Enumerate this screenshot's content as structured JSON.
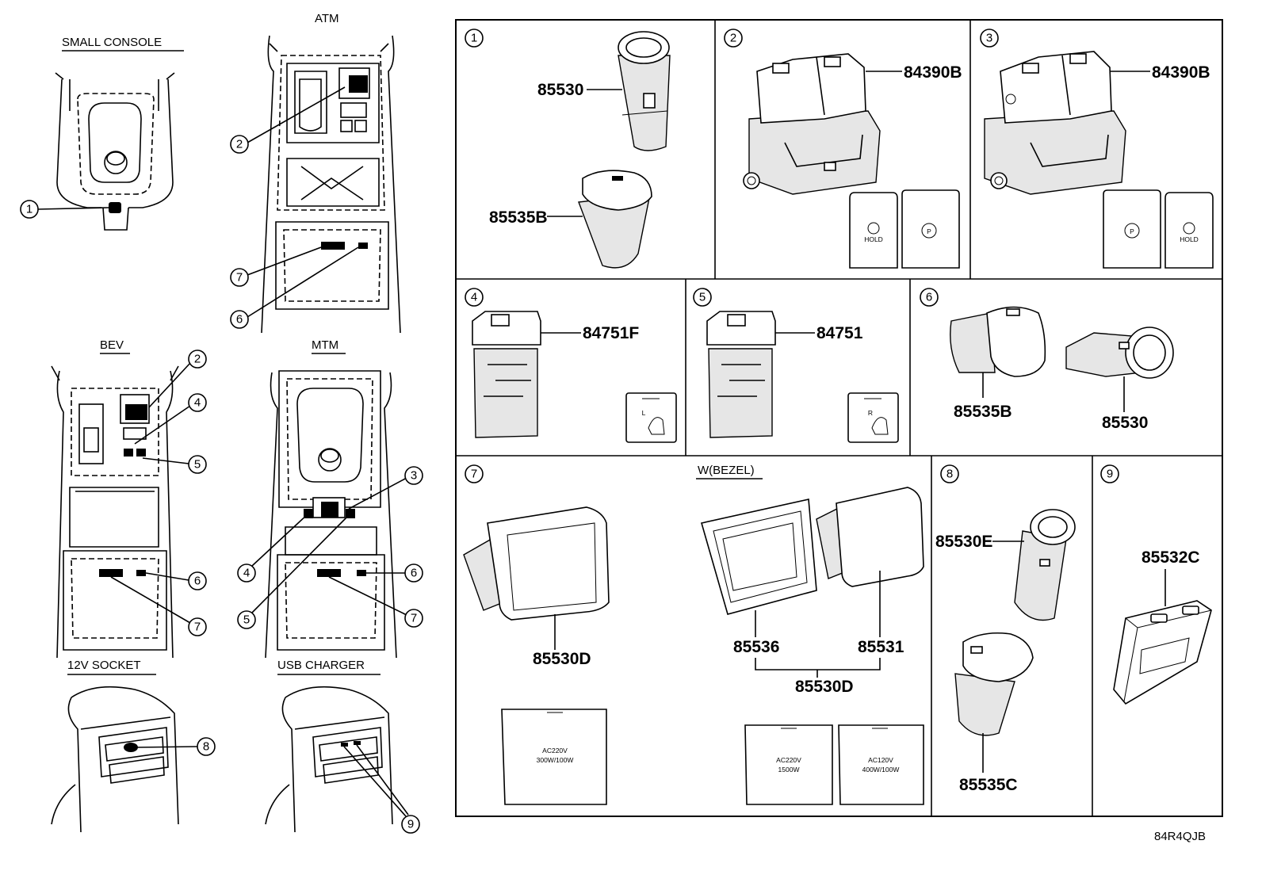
{
  "views": {
    "small_console": "SMALL CONSOLE",
    "atm": "ATM",
    "bev": "BEV",
    "mtm": "MTM",
    "socket_12v": "12V SOCKET",
    "usb_charger": "USB CHARGER"
  },
  "callouts": {
    "c1": "1",
    "c2": "2",
    "c3": "3",
    "c4": "4",
    "c5": "5",
    "c6": "6",
    "c7": "7",
    "c8": "8",
    "c9": "9"
  },
  "cells": {
    "cell1": {
      "num": "1",
      "parts": [
        "85530",
        "85535B"
      ]
    },
    "cell2": {
      "num": "2",
      "parts": [
        "84390B"
      ],
      "label_hold": "HOLD",
      "label_p": "P"
    },
    "cell3": {
      "num": "3",
      "parts": [
        "84390B"
      ],
      "label_hold": "HOLD",
      "label_p": "P"
    },
    "cell4": {
      "num": "4",
      "parts": [
        "84751F"
      ],
      "badge": "L"
    },
    "cell5": {
      "num": "5",
      "parts": [
        "84751"
      ],
      "badge": "R"
    },
    "cell6": {
      "num": "6",
      "parts": [
        "85535B",
        "85530"
      ]
    },
    "cell7": {
      "num": "7",
      "heading": "W(BEZEL)",
      "parts": [
        "85530D",
        "85536",
        "85531",
        "85530D"
      ],
      "covers": [
        {
          "line1": "AC220V",
          "line2": "300W/100W"
        },
        {
          "line1": "AC220V",
          "line2": "1500W"
        },
        {
          "line1": "AC120V",
          "line2": "400W/100W"
        }
      ]
    },
    "cell8": {
      "num": "8",
      "parts": [
        "85530E",
        "85535C"
      ]
    },
    "cell9": {
      "num": "9",
      "parts": [
        "85532C"
      ]
    }
  },
  "reference_code": "84R4QJB"
}
